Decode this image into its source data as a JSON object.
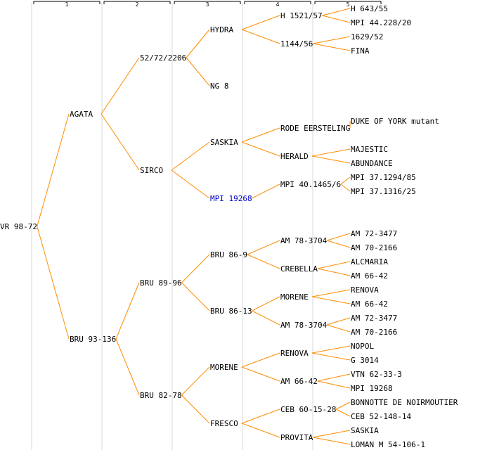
{
  "generation_headers": [
    "1",
    "2",
    "3",
    "4",
    "5"
  ],
  "colors": {
    "edge": "#ff8c00",
    "link": "#0000cc",
    "text": "#000000",
    "separator": "#d8d8d8"
  },
  "pedigree": {
    "label": "VR 98-72",
    "children": [
      {
        "label": "AGATA",
        "children": [
          {
            "label": "52/72/2206",
            "children": [
              {
                "label": "HYDRA",
                "children": [
                  {
                    "label": "H 1521/57",
                    "children": [
                      {
                        "label": "H 643/55"
                      },
                      {
                        "label": "MPI 44.228/20"
                      }
                    ]
                  },
                  {
                    "label": "1144/56",
                    "children": [
                      {
                        "label": "1629/52"
                      },
                      {
                        "label": "FINA"
                      }
                    ]
                  }
                ]
              },
              {
                "label": "NG 8"
              }
            ]
          },
          {
            "label": "SIRCO",
            "children": [
              {
                "label": "SASKIA",
                "children": [
                  {
                    "label": "RODE EERSTELING",
                    "children": [
                      {
                        "label": "DUKE OF YORK mutant"
                      }
                    ]
                  },
                  {
                    "label": "HERALD",
                    "children": [
                      {
                        "label": "MAJESTIC"
                      },
                      {
                        "label": "ABUNDANCE"
                      }
                    ]
                  }
                ]
              },
              {
                "label": "MPI 19268",
                "link": true,
                "children": [
                  {
                    "label": "MPI 40.1465/6",
                    "children": [
                      {
                        "label": "MPI 37.1294/85"
                      },
                      {
                        "label": "MPI 37.1316/25"
                      }
                    ]
                  }
                ]
              }
            ]
          }
        ]
      },
      {
        "label": "BRU 93-136",
        "children": [
          {
            "label": "BRU 89-96",
            "children": [
              {
                "label": "BRU 86-9",
                "children": [
                  {
                    "label": "AM 78-3704",
                    "children": [
                      {
                        "label": "AM 72-3477"
                      },
                      {
                        "label": "AM 70-2166"
                      }
                    ]
                  },
                  {
                    "label": "CREBELLA",
                    "children": [
                      {
                        "label": "ALCMARIA"
                      },
                      {
                        "label": "AM 66-42"
                      }
                    ]
                  }
                ]
              },
              {
                "label": "BRU 86-13",
                "children": [
                  {
                    "label": "MORENE",
                    "children": [
                      {
                        "label": "RENOVA"
                      },
                      {
                        "label": "AM 66-42"
                      }
                    ]
                  },
                  {
                    "label": "AM 78-3704",
                    "children": [
                      {
                        "label": "AM 72-3477"
                      },
                      {
                        "label": "AM 70-2166"
                      }
                    ]
                  }
                ]
              }
            ]
          },
          {
            "label": "BRU 82-78",
            "children": [
              {
                "label": "MORENE",
                "children": [
                  {
                    "label": "RENOVA",
                    "children": [
                      {
                        "label": "NOPOL"
                      },
                      {
                        "label": "G 3014"
                      }
                    ]
                  },
                  {
                    "label": "AM 66-42",
                    "children": [
                      {
                        "label": "VTN 62-33-3"
                      },
                      {
                        "label": "MPI 19268"
                      }
                    ]
                  }
                ]
              },
              {
                "label": "FRESCO",
                "children": [
                  {
                    "label": "CEB 60-15-28",
                    "children": [
                      {
                        "label": "BONNOTTE DE NOIRMOUTIER"
                      },
                      {
                        "label": "CEB 52-148-14"
                      }
                    ]
                  },
                  {
                    "label": "PROVITA",
                    "children": [
                      {
                        "label": "SASKIA"
                      },
                      {
                        "label": "LOMAN M 54-106-1"
                      }
                    ]
                  }
                ]
              }
            ]
          }
        ]
      }
    ]
  }
}
